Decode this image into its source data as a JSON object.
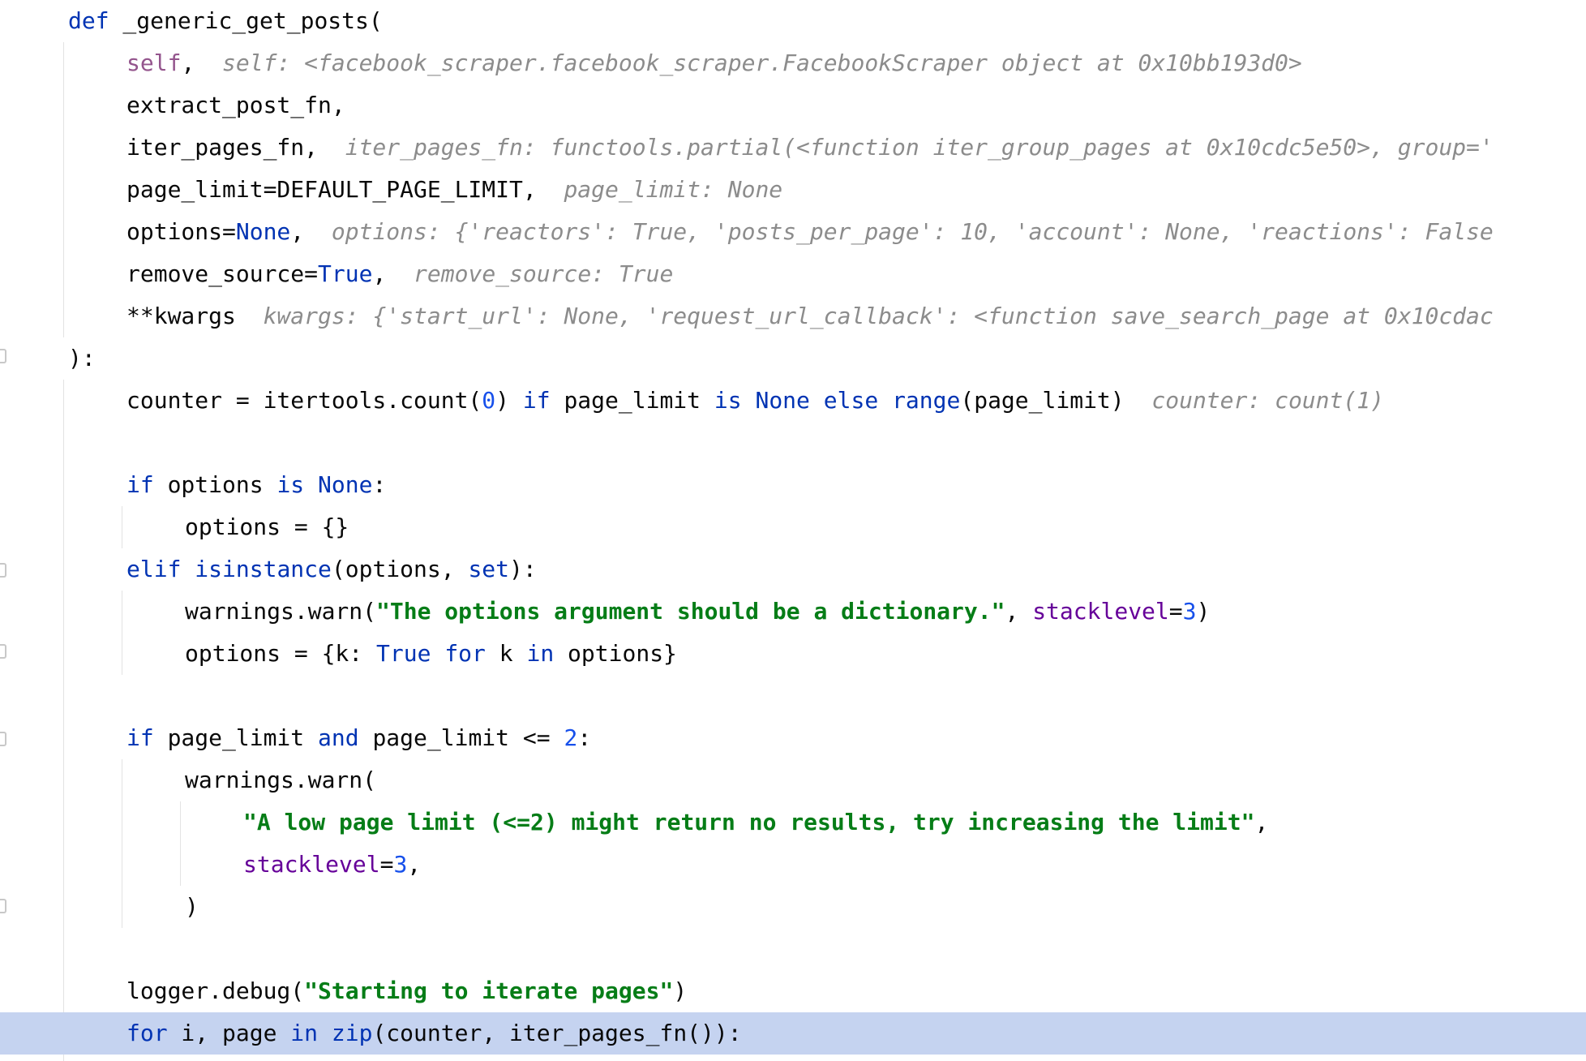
{
  "editor": {
    "language": "python",
    "colors": {
      "keyword": "#0033b3",
      "self": "#94558d",
      "number": "#1750eb",
      "string": "#067d17",
      "named_arg": "#660099",
      "hint": "#8c8c8c",
      "current_line_bg": "#c5d3f0"
    },
    "lines": [
      {
        "t1": "def",
        "t2": " _generic_get_posts("
      },
      {
        "t1": "self",
        "t2": ",  ",
        "hint": "self: <facebook_scraper.facebook_scraper.FacebookScraper object at 0x10bb193d0>"
      },
      {
        "t1": "extract_post_fn,"
      },
      {
        "t1": "iter_pages_fn,  ",
        "hint": "iter_pages_fn: functools.partial(<function iter_group_pages at 0x10cdc5e50>, group='"
      },
      {
        "t1": "page_limit=DEFAULT_PAGE_LIMIT,  ",
        "hint": "page_limit: None"
      },
      {
        "t1": "options=",
        "t2": "None",
        "t3": ",  ",
        "hint": "options: {'reactors': True, 'posts_per_page': 10, 'account': None, 'reactions': False"
      },
      {
        "t1": "remove_source=",
        "t2": "True",
        "t3": ",  ",
        "hint": "remove_source: True"
      },
      {
        "t1": "**kwargs  ",
        "hint": "kwargs: {'start_url': None, 'request_url_callback': <function save_search_page at 0x10cdac"
      },
      {
        "t1": "):"
      },
      {
        "t1": "counter = itertools.count(",
        "t2": "0",
        "t3": ") ",
        "t4": "if",
        "t5": " page_limit ",
        "t6": "is",
        "t7": " ",
        "t8": "None",
        "t9": " ",
        "t10": "else",
        "t11": " ",
        "t12": "range",
        "t13": "(page_limit)  ",
        "hint": "counter: count(1)"
      },
      {
        "t1": "if",
        "t2": " options ",
        "t3": "is",
        "t4": " ",
        "t5": "None",
        "t6": ":"
      },
      {
        "t1": "options = {}"
      },
      {
        "t1": "elif",
        "t2": " ",
        "t3": "isinstance",
        "t4": "(options, ",
        "t5": "set",
        "t6": "):"
      },
      {
        "t1": "warnings.warn(",
        "t2": "\"The options argument should be a dictionary.\"",
        "t3": ", ",
        "t4": "stacklevel",
        "t5": "=",
        "t6": "3",
        "t7": ")"
      },
      {
        "t1": "options = {k: ",
        "t2": "True",
        "t3": " ",
        "t4": "for",
        "t5": " k ",
        "t6": "in",
        "t7": " options}"
      },
      {
        "t1": "if",
        "t2": " page_limit ",
        "t3": "and",
        "t4": " page_limit <= ",
        "t5": "2",
        "t6": ":"
      },
      {
        "t1": "warnings.warn("
      },
      {
        "t1": "\"A low page limit (<=2) might return no results, try increasing the limit\"",
        "t2": ","
      },
      {
        "t1": "stacklevel",
        "t2": "=",
        "t3": "3",
        "t4": ","
      },
      {
        "t1": ")"
      },
      {
        "t1": "logger.debug(",
        "t2": "\"Starting to iterate pages\"",
        "t3": ")"
      },
      {
        "t1": "for",
        "t2": " i, page ",
        "t3": "in",
        "t4": " ",
        "t5": "zip",
        "t6": "(counter, iter_pages_fn()):"
      }
    ]
  }
}
